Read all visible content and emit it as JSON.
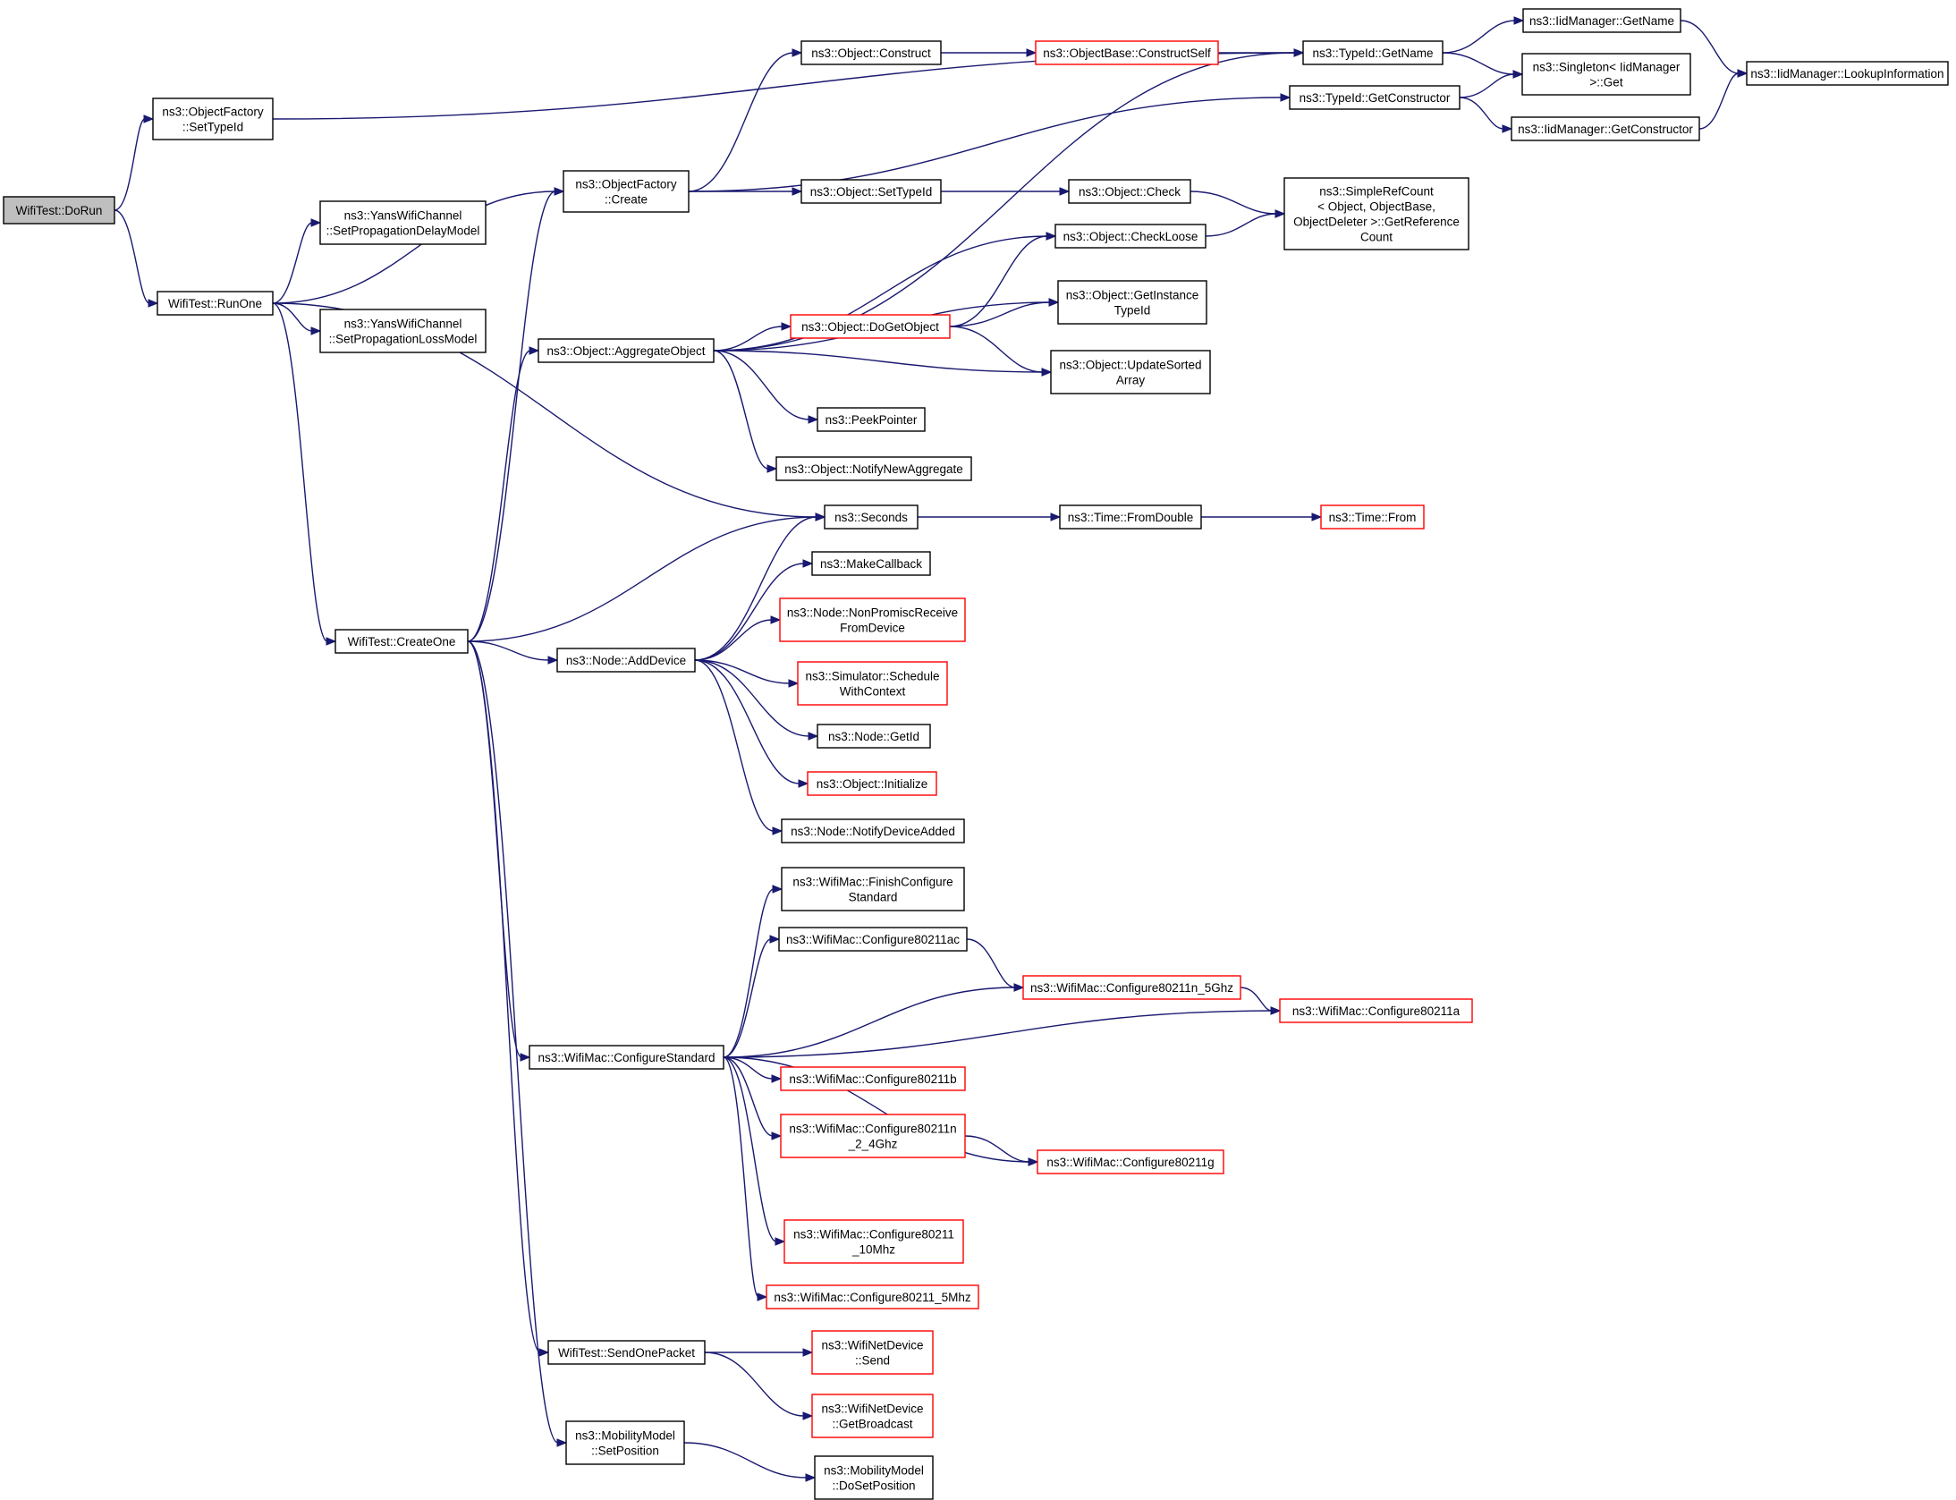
{
  "diagram": {
    "nodes": [
      {
        "id": "dorun",
        "lines": [
          "WifiTest::DoRun"
        ],
        "style": "root"
      },
      {
        "id": "of_settypeid",
        "lines": [
          "ns3::ObjectFactory",
          "::SetTypeId"
        ],
        "style": "normal"
      },
      {
        "id": "runone",
        "lines": [
          "WifiTest::RunOne"
        ],
        "style": "normal"
      },
      {
        "id": "yans_delay",
        "lines": [
          "ns3::YansWifiChannel",
          "::SetPropagationDelayModel"
        ],
        "style": "normal"
      },
      {
        "id": "yans_loss",
        "lines": [
          "ns3::YansWifiChannel",
          "::SetPropagationLossModel"
        ],
        "style": "normal"
      },
      {
        "id": "createone",
        "lines": [
          "WifiTest::CreateOne"
        ],
        "style": "normal"
      },
      {
        "id": "of_create",
        "lines": [
          "ns3::ObjectFactory",
          "::Create"
        ],
        "style": "normal"
      },
      {
        "id": "aggregate",
        "lines": [
          "ns3::Object::AggregateObject"
        ],
        "style": "normal"
      },
      {
        "id": "addDevice",
        "lines": [
          "ns3::Node::AddDevice"
        ],
        "style": "normal"
      },
      {
        "id": "configstd",
        "lines": [
          "ns3::WifiMac::ConfigureStandard"
        ],
        "style": "normal"
      },
      {
        "id": "sendone",
        "lines": [
          "WifiTest::SendOnePacket"
        ],
        "style": "normal"
      },
      {
        "id": "mm_setpos",
        "lines": [
          "ns3::MobilityModel",
          "::SetPosition"
        ],
        "style": "normal"
      },
      {
        "id": "obj_construct",
        "lines": [
          "ns3::Object::Construct"
        ],
        "style": "normal"
      },
      {
        "id": "obj_settypeid",
        "lines": [
          "ns3::Object::SetTypeId"
        ],
        "style": "normal"
      },
      {
        "id": "dogetobject",
        "lines": [
          "ns3::Object::DoGetObject"
        ],
        "style": "truncated"
      },
      {
        "id": "peekpointer",
        "lines": [
          "ns3::PeekPointer"
        ],
        "style": "normal"
      },
      {
        "id": "notifynewagg",
        "lines": [
          "ns3::Object::NotifyNewAggregate"
        ],
        "style": "normal"
      },
      {
        "id": "seconds",
        "lines": [
          "ns3::Seconds"
        ],
        "style": "normal"
      },
      {
        "id": "makecallback",
        "lines": [
          "ns3::MakeCallback"
        ],
        "style": "normal"
      },
      {
        "id": "nonpromisc",
        "lines": [
          "ns3::Node::NonPromiscReceive",
          "FromDevice"
        ],
        "style": "truncated"
      },
      {
        "id": "schedctx",
        "lines": [
          "ns3::Simulator::Schedule",
          "WithContext"
        ],
        "style": "truncated"
      },
      {
        "id": "node_getid",
        "lines": [
          "ns3::Node::GetId"
        ],
        "style": "normal"
      },
      {
        "id": "obj_init",
        "lines": [
          "ns3::Object::Initialize"
        ],
        "style": "truncated"
      },
      {
        "id": "notifydevadded",
        "lines": [
          "ns3::Node::NotifyDeviceAdded"
        ],
        "style": "normal"
      },
      {
        "id": "finishcfg",
        "lines": [
          "ns3::WifiMac::FinishConfigure",
          "Standard"
        ],
        "style": "normal"
      },
      {
        "id": "cfg_ac",
        "lines": [
          "ns3::WifiMac::Configure80211ac"
        ],
        "style": "normal"
      },
      {
        "id": "cfg_b",
        "lines": [
          "ns3::WifiMac::Configure80211b"
        ],
        "style": "truncated"
      },
      {
        "id": "cfg_n24",
        "lines": [
          "ns3::WifiMac::Configure80211n",
          "_2_4Ghz"
        ],
        "style": "truncated"
      },
      {
        "id": "cfg_10",
        "lines": [
          "ns3::WifiMac::Configure80211",
          "_10Mhz"
        ],
        "style": "truncated"
      },
      {
        "id": "cfg_5mhz",
        "lines": [
          "ns3::WifiMac::Configure80211_5Mhz"
        ],
        "style": "truncated"
      },
      {
        "id": "wnd_send",
        "lines": [
          "ns3::WifiNetDevice",
          "::Send"
        ],
        "style": "truncated"
      },
      {
        "id": "wnd_bcast",
        "lines": [
          "ns3::WifiNetDevice",
          "::GetBroadcast"
        ],
        "style": "truncated"
      },
      {
        "id": "mm_dosetpos",
        "lines": [
          "ns3::MobilityModel",
          "::DoSetPosition"
        ],
        "style": "normal"
      },
      {
        "id": "objbase_cs",
        "lines": [
          "ns3::ObjectBase::ConstructSelf"
        ],
        "style": "truncated"
      },
      {
        "id": "obj_check",
        "lines": [
          "ns3::Object::Check"
        ],
        "style": "normal"
      },
      {
        "id": "checkloose",
        "lines": [
          "ns3::Object::CheckLoose"
        ],
        "style": "normal"
      },
      {
        "id": "getinsttypeid",
        "lines": [
          "ns3::Object::GetInstance",
          "TypeId"
        ],
        "style": "normal"
      },
      {
        "id": "updatesorted",
        "lines": [
          "ns3::Object::UpdateSorted",
          "Array"
        ],
        "style": "normal"
      },
      {
        "id": "time_fromdouble",
        "lines": [
          "ns3::Time::FromDouble"
        ],
        "style": "normal"
      },
      {
        "id": "cfg_n5",
        "lines": [
          "ns3::WifiMac::Configure80211n_5Ghz"
        ],
        "style": "truncated"
      },
      {
        "id": "cfg_g",
        "lines": [
          "ns3::WifiMac::Configure80211g"
        ],
        "style": "truncated"
      },
      {
        "id": "typeid_getname",
        "lines": [
          "ns3::TypeId::GetName"
        ],
        "style": "normal"
      },
      {
        "id": "typeid_getctor",
        "lines": [
          "ns3::TypeId::GetConstructor"
        ],
        "style": "normal"
      },
      {
        "id": "simplerefcount",
        "lines": [
          "ns3::SimpleRefCount",
          "< Object, ObjectBase,",
          "ObjectDeleter >::GetReference",
          "Count"
        ],
        "style": "normal"
      },
      {
        "id": "time_from",
        "lines": [
          "ns3::Time::From"
        ],
        "style": "truncated"
      },
      {
        "id": "cfg_a",
        "lines": [
          "ns3::WifiMac::Configure80211a"
        ],
        "style": "truncated"
      },
      {
        "id": "iid_getname",
        "lines": [
          "ns3::IidManager::GetName"
        ],
        "style": "normal"
      },
      {
        "id": "singleton_get",
        "lines": [
          "ns3::Singleton< IidManager",
          ">::Get"
        ],
        "style": "normal"
      },
      {
        "id": "iid_getctor",
        "lines": [
          "ns3::IidManager::GetConstructor"
        ],
        "style": "normal"
      },
      {
        "id": "iid_lookup",
        "lines": [
          "ns3::IidManager::LookupInformation"
        ],
        "style": "normal"
      }
    ],
    "edges": [
      [
        "dorun",
        "of_settypeid"
      ],
      [
        "dorun",
        "runone"
      ],
      [
        "of_settypeid",
        "typeid_getname"
      ],
      [
        "runone",
        "yans_delay"
      ],
      [
        "runone",
        "yans_loss"
      ],
      [
        "runone",
        "of_create"
      ],
      [
        "runone",
        "createone"
      ],
      [
        "runone",
        "seconds"
      ],
      [
        "createone",
        "of_create"
      ],
      [
        "createone",
        "aggregate"
      ],
      [
        "createone",
        "seconds"
      ],
      [
        "createone",
        "addDevice"
      ],
      [
        "createone",
        "configstd"
      ],
      [
        "createone",
        "sendone"
      ],
      [
        "createone",
        "mm_setpos"
      ],
      [
        "of_create",
        "obj_construct"
      ],
      [
        "of_create",
        "obj_settypeid"
      ],
      [
        "of_create",
        "typeid_getctor"
      ],
      [
        "obj_construct",
        "objbase_cs"
      ],
      [
        "objbase_cs",
        "typeid_getname"
      ],
      [
        "typeid_getname",
        "iid_getname"
      ],
      [
        "typeid_getname",
        "singleton_get"
      ],
      [
        "iid_getname",
        "iid_lookup"
      ],
      [
        "typeid_getctor",
        "singleton_get"
      ],
      [
        "typeid_getctor",
        "iid_getctor"
      ],
      [
        "iid_getctor",
        "iid_lookup"
      ],
      [
        "obj_settypeid",
        "obj_check"
      ],
      [
        "obj_check",
        "simplerefcount"
      ],
      [
        "checkloose",
        "simplerefcount"
      ],
      [
        "aggregate",
        "typeid_getname"
      ],
      [
        "aggregate",
        "checkloose"
      ],
      [
        "aggregate",
        "getinsttypeid"
      ],
      [
        "aggregate",
        "dogetobject"
      ],
      [
        "aggregate",
        "updatesorted"
      ],
      [
        "aggregate",
        "peekpointer"
      ],
      [
        "aggregate",
        "notifynewagg"
      ],
      [
        "dogetobject",
        "checkloose"
      ],
      [
        "dogetobject",
        "getinsttypeid"
      ],
      [
        "dogetobject",
        "updatesorted"
      ],
      [
        "seconds",
        "time_fromdouble"
      ],
      [
        "time_fromdouble",
        "time_from"
      ],
      [
        "addDevice",
        "seconds"
      ],
      [
        "addDevice",
        "makecallback"
      ],
      [
        "addDevice",
        "nonpromisc"
      ],
      [
        "addDevice",
        "schedctx"
      ],
      [
        "addDevice",
        "node_getid"
      ],
      [
        "addDevice",
        "obj_init"
      ],
      [
        "addDevice",
        "notifydevadded"
      ],
      [
        "configstd",
        "finishcfg"
      ],
      [
        "configstd",
        "cfg_ac"
      ],
      [
        "configstd",
        "cfg_n5"
      ],
      [
        "configstd",
        "cfg_a"
      ],
      [
        "configstd",
        "cfg_b"
      ],
      [
        "configstd",
        "cfg_n24"
      ],
      [
        "configstd",
        "cfg_g"
      ],
      [
        "configstd",
        "cfg_10"
      ],
      [
        "configstd",
        "cfg_5mhz"
      ],
      [
        "cfg_ac",
        "cfg_n5"
      ],
      [
        "cfg_n5",
        "cfg_a"
      ],
      [
        "cfg_n24",
        "cfg_g"
      ],
      [
        "sendone",
        "wnd_send"
      ],
      [
        "sendone",
        "wnd_bcast"
      ],
      [
        "mm_setpos",
        "mm_dosetpos"
      ]
    ]
  },
  "colors": {
    "edge": "#191970",
    "node_border": "#000000",
    "truncated_border": "#ff0000",
    "root_fill": "#bfbfbf"
  }
}
